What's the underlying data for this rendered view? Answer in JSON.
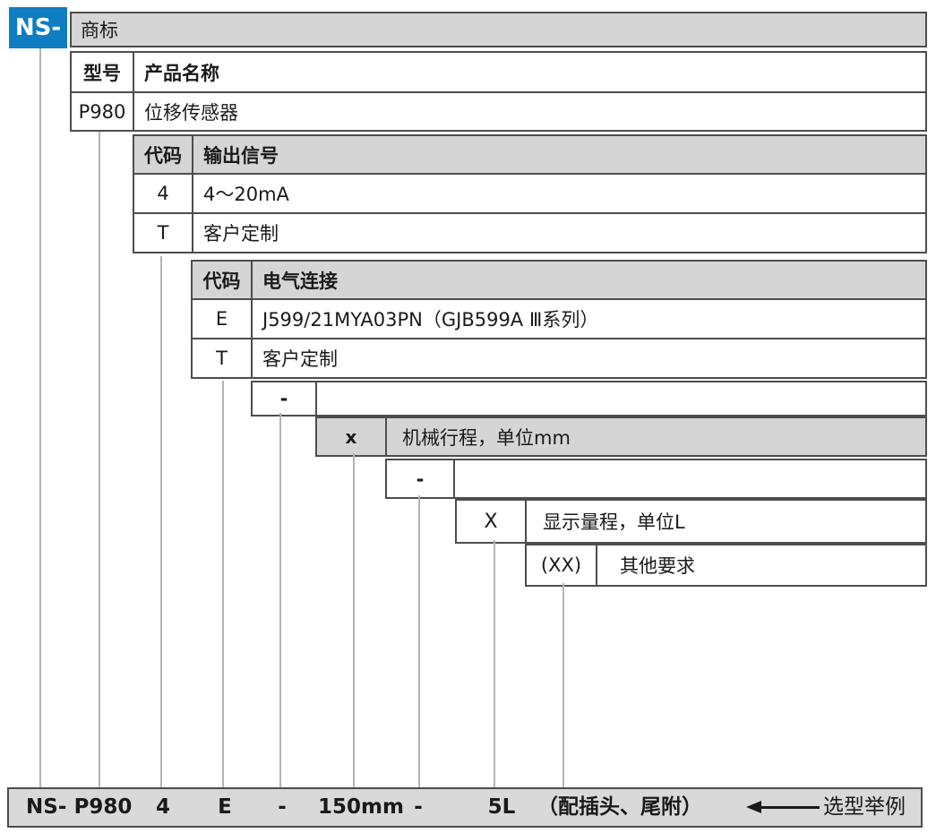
{
  "colors": {
    "brand_blue": "#0f7dc2",
    "header_gray": "#d5d5d5",
    "example_bar_gray": "#d9d9d9",
    "table_border": "#4d4d4d",
    "connector_line": "#b3b3b3"
  },
  "prefix": {
    "label": "NS-"
  },
  "trademark": {
    "label": "商标"
  },
  "model_table": {
    "headers": [
      "型号",
      "产品名称"
    ],
    "rows": [
      [
        "P980",
        "位移传感器"
      ]
    ]
  },
  "signal_table": {
    "headers": [
      "代码",
      "输出信号"
    ],
    "rows": [
      [
        "4",
        "4～20mA"
      ],
      [
        "T",
        "客户定制"
      ]
    ]
  },
  "electrical_table": {
    "headers": [
      "代码",
      "电气连接"
    ],
    "rows": [
      [
        "E",
        "J599/21MYA03PN（GJB599A Ⅲ系列）"
      ],
      [
        "T",
        "客户定制"
      ]
    ]
  },
  "separator1": {
    "label": "-"
  },
  "stroke_row": {
    "code": "x",
    "label": "机械行程，单位mm"
  },
  "separator2": {
    "label": "-"
  },
  "range_row": {
    "code": "X",
    "label": "显示量程，单位L"
  },
  "other_row": {
    "code": "(XX)",
    "label": "其他要求"
  },
  "example_bar": {
    "parts": [
      "NS-",
      "P980",
      "4",
      "E",
      "-",
      "150mm",
      "-",
      "5L",
      "（配插头、尾附）"
    ],
    "caption": "选型举例"
  }
}
